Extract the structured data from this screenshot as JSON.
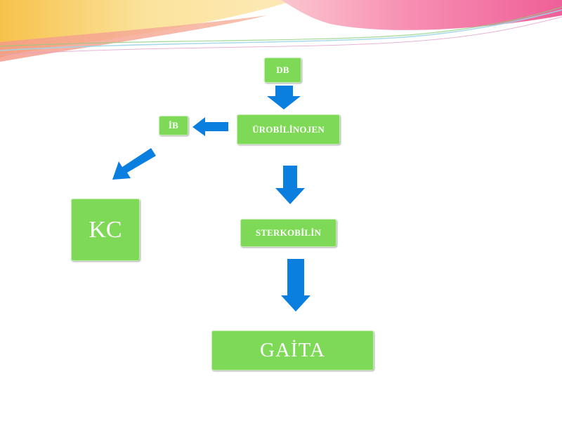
{
  "nodes": {
    "db": "DB",
    "urobilinojen": "ÜROBİLİNOJEN",
    "ib": "İB",
    "kc": "KC",
    "sterkobilin": "STERKOBİLİN",
    "gaita": "GAİTA"
  },
  "colors": {
    "node_fill": "#7ed957",
    "node_text": "#ffffff",
    "arrow": "#0a7fe0",
    "banner_pink": "#f27aa8",
    "banner_yellow": "#f8d47a"
  }
}
